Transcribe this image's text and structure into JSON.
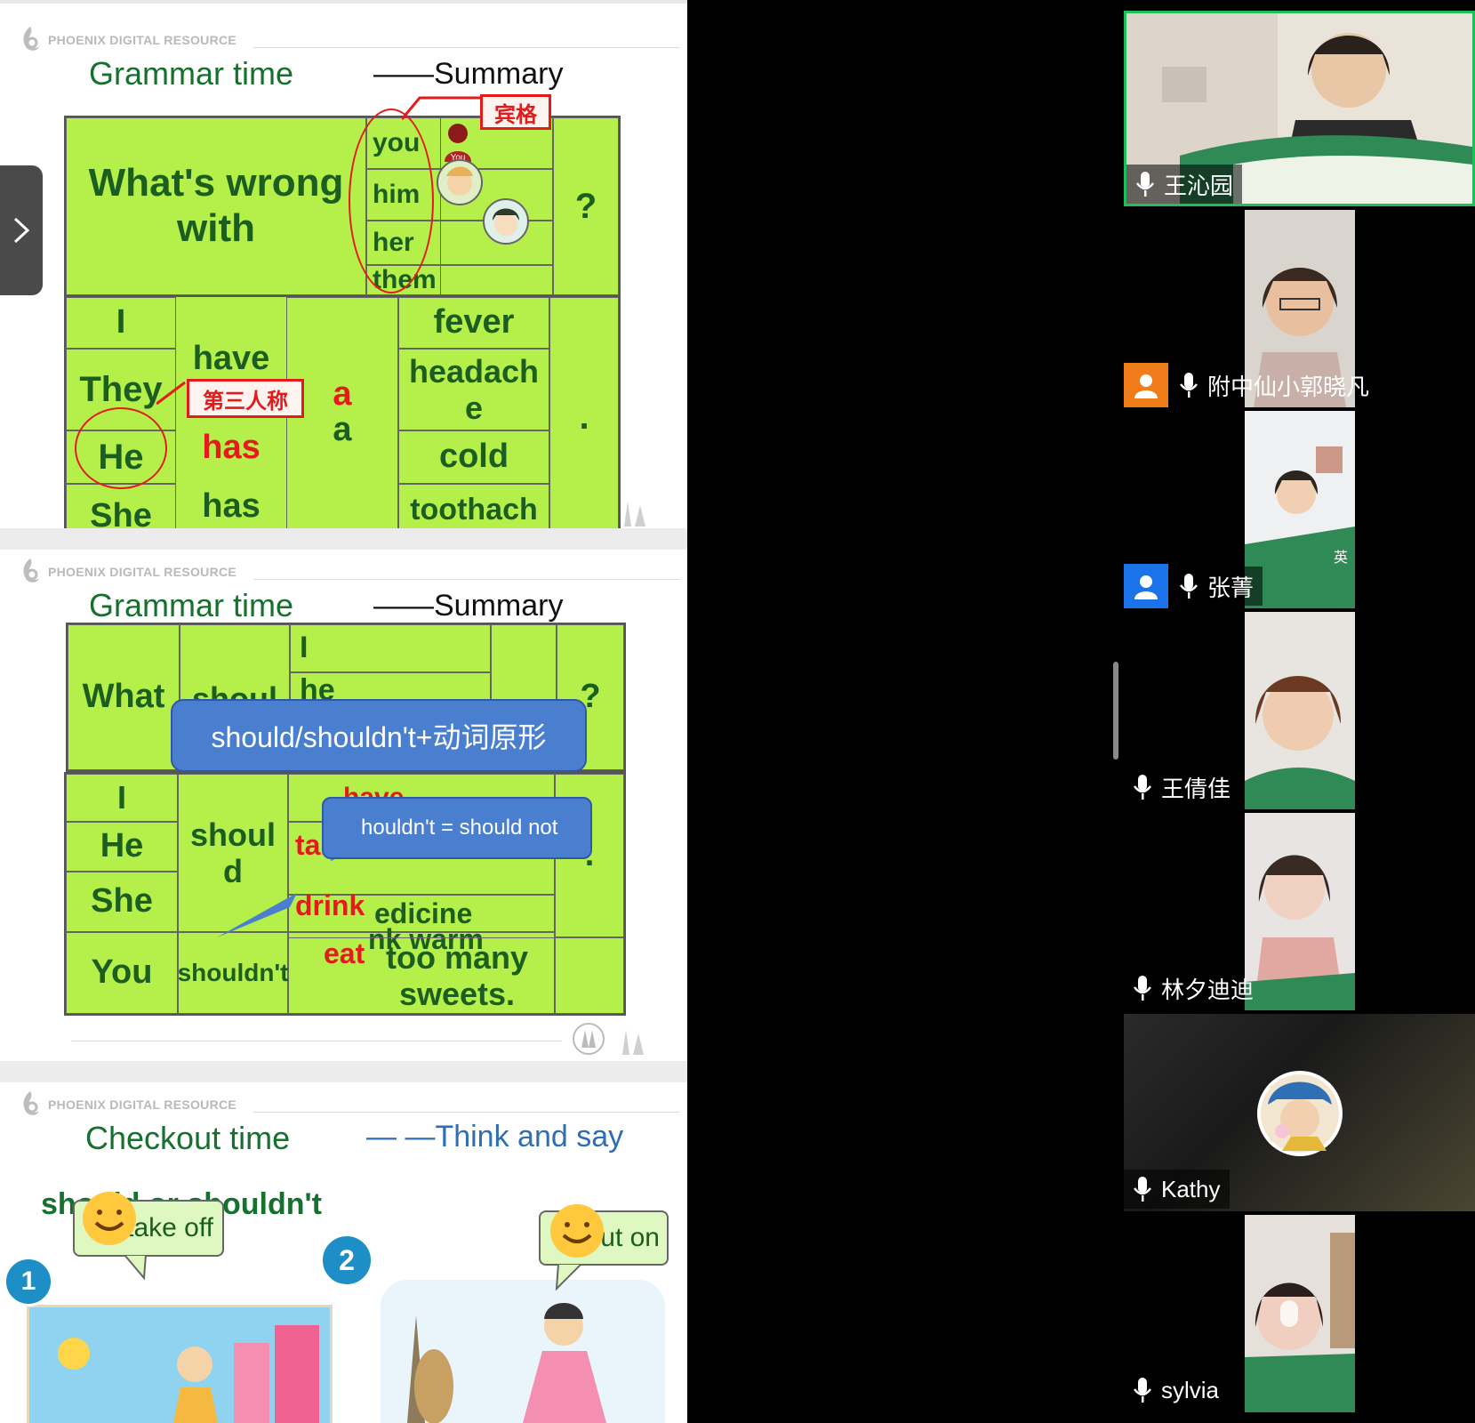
{
  "slide1": {
    "brand": "PHOENIX DIGITAL RESOURCE",
    "title": "Grammar time",
    "subtitle": "——Summary",
    "question": "What's wrong with",
    "pronouns": [
      "you",
      "him",
      "her",
      "them"
    ],
    "tag_objective": "宾格",
    "qmark": "?",
    "subjects": [
      "I",
      "They",
      "He",
      "She"
    ],
    "verbs": [
      "have",
      "has",
      "has"
    ],
    "tag_third_person": "第三人称",
    "articles": [
      "a",
      "a"
    ],
    "illnesses": [
      "fever",
      "headach e",
      "cold",
      "toothach"
    ],
    "period": "."
  },
  "slide2": {
    "brand": "PHOENIX DIGITAL RESOURCE",
    "title": "Grammar time",
    "subtitle": "——Summary",
    "what": "What",
    "hidden_should": "shoul",
    "pron_i": "I",
    "pron_he": "he",
    "qmark": "?",
    "bubble_main": "should/shouldn't+动词原形",
    "subjects": [
      "I",
      "He",
      "She"
    ],
    "you": "You",
    "should": "shoul d",
    "shouldnt": "shouldn't",
    "red_have": "have",
    "red_take": "take",
    "red_drink": "drink",
    "red_eat": "eat",
    "bubble_shouldnot": "houldn't = should not",
    "obj_medicine": "edicine",
    "obj_drink_warm": "nk  warm",
    "obj_sweets": "too  many sweets.",
    "period": "."
  },
  "slide3": {
    "brand": "PHOENIX DIGITAL RESOURCE",
    "title": "Checkout time",
    "subtitle": "— —Think and say",
    "prompt": "should or shouldn't",
    "bubble1": "take off",
    "bubble2": "put on",
    "num1": "1",
    "num2": "2"
  },
  "participants": [
    {
      "name": "王沁园",
      "active": true
    },
    {
      "name": "附中仙小郭晓凡",
      "badge_color": "#f07c1a"
    },
    {
      "name": "张菁",
      "badge_color": "#1a73e8"
    },
    {
      "name": "王倩佳"
    },
    {
      "name": "林夕迪迪"
    },
    {
      "name": "Kathy"
    },
    {
      "name": "sylvia"
    }
  ],
  "colors": {
    "table_green": "#b5f04a",
    "text_green": "#1b5e20",
    "accent_red": "#e31b1b",
    "bubble_blue": "#4a7fd0",
    "active_border": "#1fbe5a"
  }
}
